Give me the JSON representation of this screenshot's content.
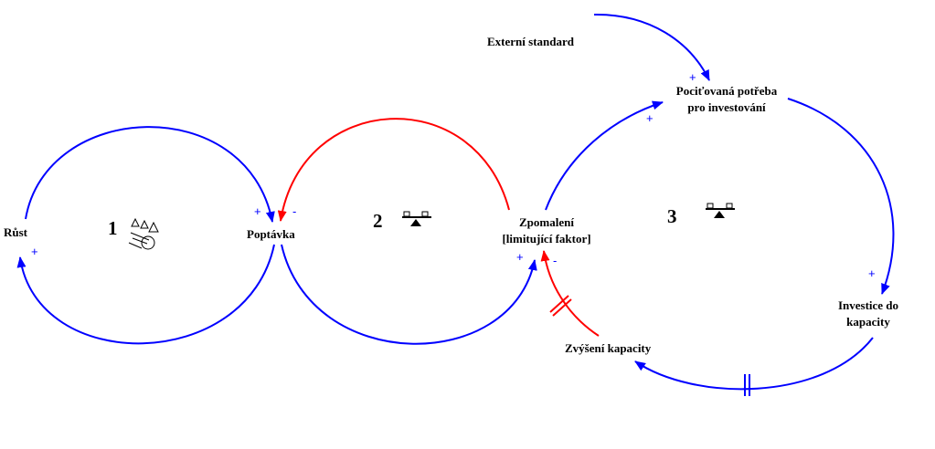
{
  "variables": {
    "rust": "Růst",
    "poptavka": "Poptávka",
    "zpomaleni_line1": "Zpomalení",
    "zpomaleni_line2": "[limitující faktor]",
    "pocitovana_line1": "Pociťovaná potřeba",
    "pocitovana_line2": "pro investování",
    "investice_line1": "Investice do",
    "investice_line2": "kapacity",
    "zvyseni": "Zvýšení kapacity",
    "externi": "Externí standard"
  },
  "loops": [
    {
      "number": "1",
      "type": "reinforcing",
      "icon": "snowball-icon"
    },
    {
      "number": "2",
      "type": "balancing",
      "icon": "seesaw-icon"
    },
    {
      "number": "3",
      "type": "balancing",
      "icon": "seesaw-icon"
    }
  ],
  "polarities": {
    "rust_in": "+",
    "poptavka_in_blue": "+",
    "poptavka_in_red": "-",
    "zpomaleni_in_blue": "+",
    "zpomaleni_in_red": "-",
    "pocitovana_in_ext": "+",
    "pocitovana_in": "+",
    "investice_in": "+"
  },
  "colors": {
    "positive": "#0000ff",
    "negative": "#ff0000"
  }
}
